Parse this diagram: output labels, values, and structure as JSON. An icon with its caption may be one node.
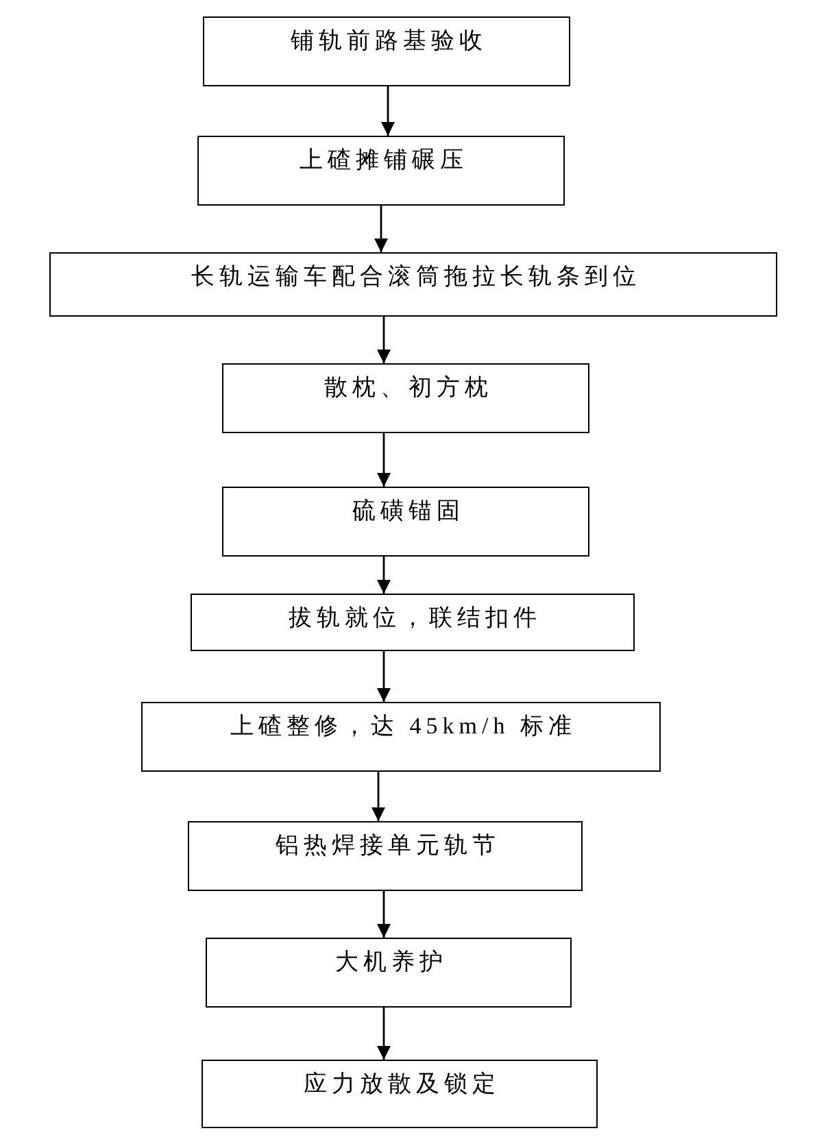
{
  "diagram": {
    "nodes": [
      {
        "text": [
          "铺轨前路基验收"
        ]
      },
      {
        "text": [
          "上碴摊铺碾压"
        ]
      },
      {
        "text": [
          "长轨运输车配合滚筒拖拉长轨条到位"
        ]
      },
      {
        "text": [
          "散枕、初方枕"
        ]
      },
      {
        "text": [
          "硫磺锚固"
        ]
      },
      {
        "text": [
          "拔轨就位，联结扣件"
        ]
      },
      {
        "text": [
          "上碴整修，达 45km/h 标准"
        ]
      },
      {
        "text": [
          "铝热焊接单元轨节"
        ]
      },
      {
        "text": [
          "大机养护"
        ]
      },
      {
        "text": [
          "应力放散及锁定"
        ]
      }
    ],
    "edges": [
      {
        "from": 0,
        "to": 1,
        "arrow": "to"
      },
      {
        "from": 1,
        "to": 2,
        "arrow": "to"
      },
      {
        "from": 2,
        "to": 3,
        "arrow": "to"
      },
      {
        "from": 3,
        "to": 4,
        "arrow": "to"
      },
      {
        "from": 4,
        "to": 5,
        "arrow": "to"
      },
      {
        "from": 5,
        "to": 6,
        "arrow": "to"
      },
      {
        "from": 6,
        "to": 7,
        "arrow": "to"
      },
      {
        "from": 7,
        "to": 8,
        "arrow": "to"
      },
      {
        "from": 8,
        "to": 9,
        "arrow": "to"
      }
    ]
  }
}
